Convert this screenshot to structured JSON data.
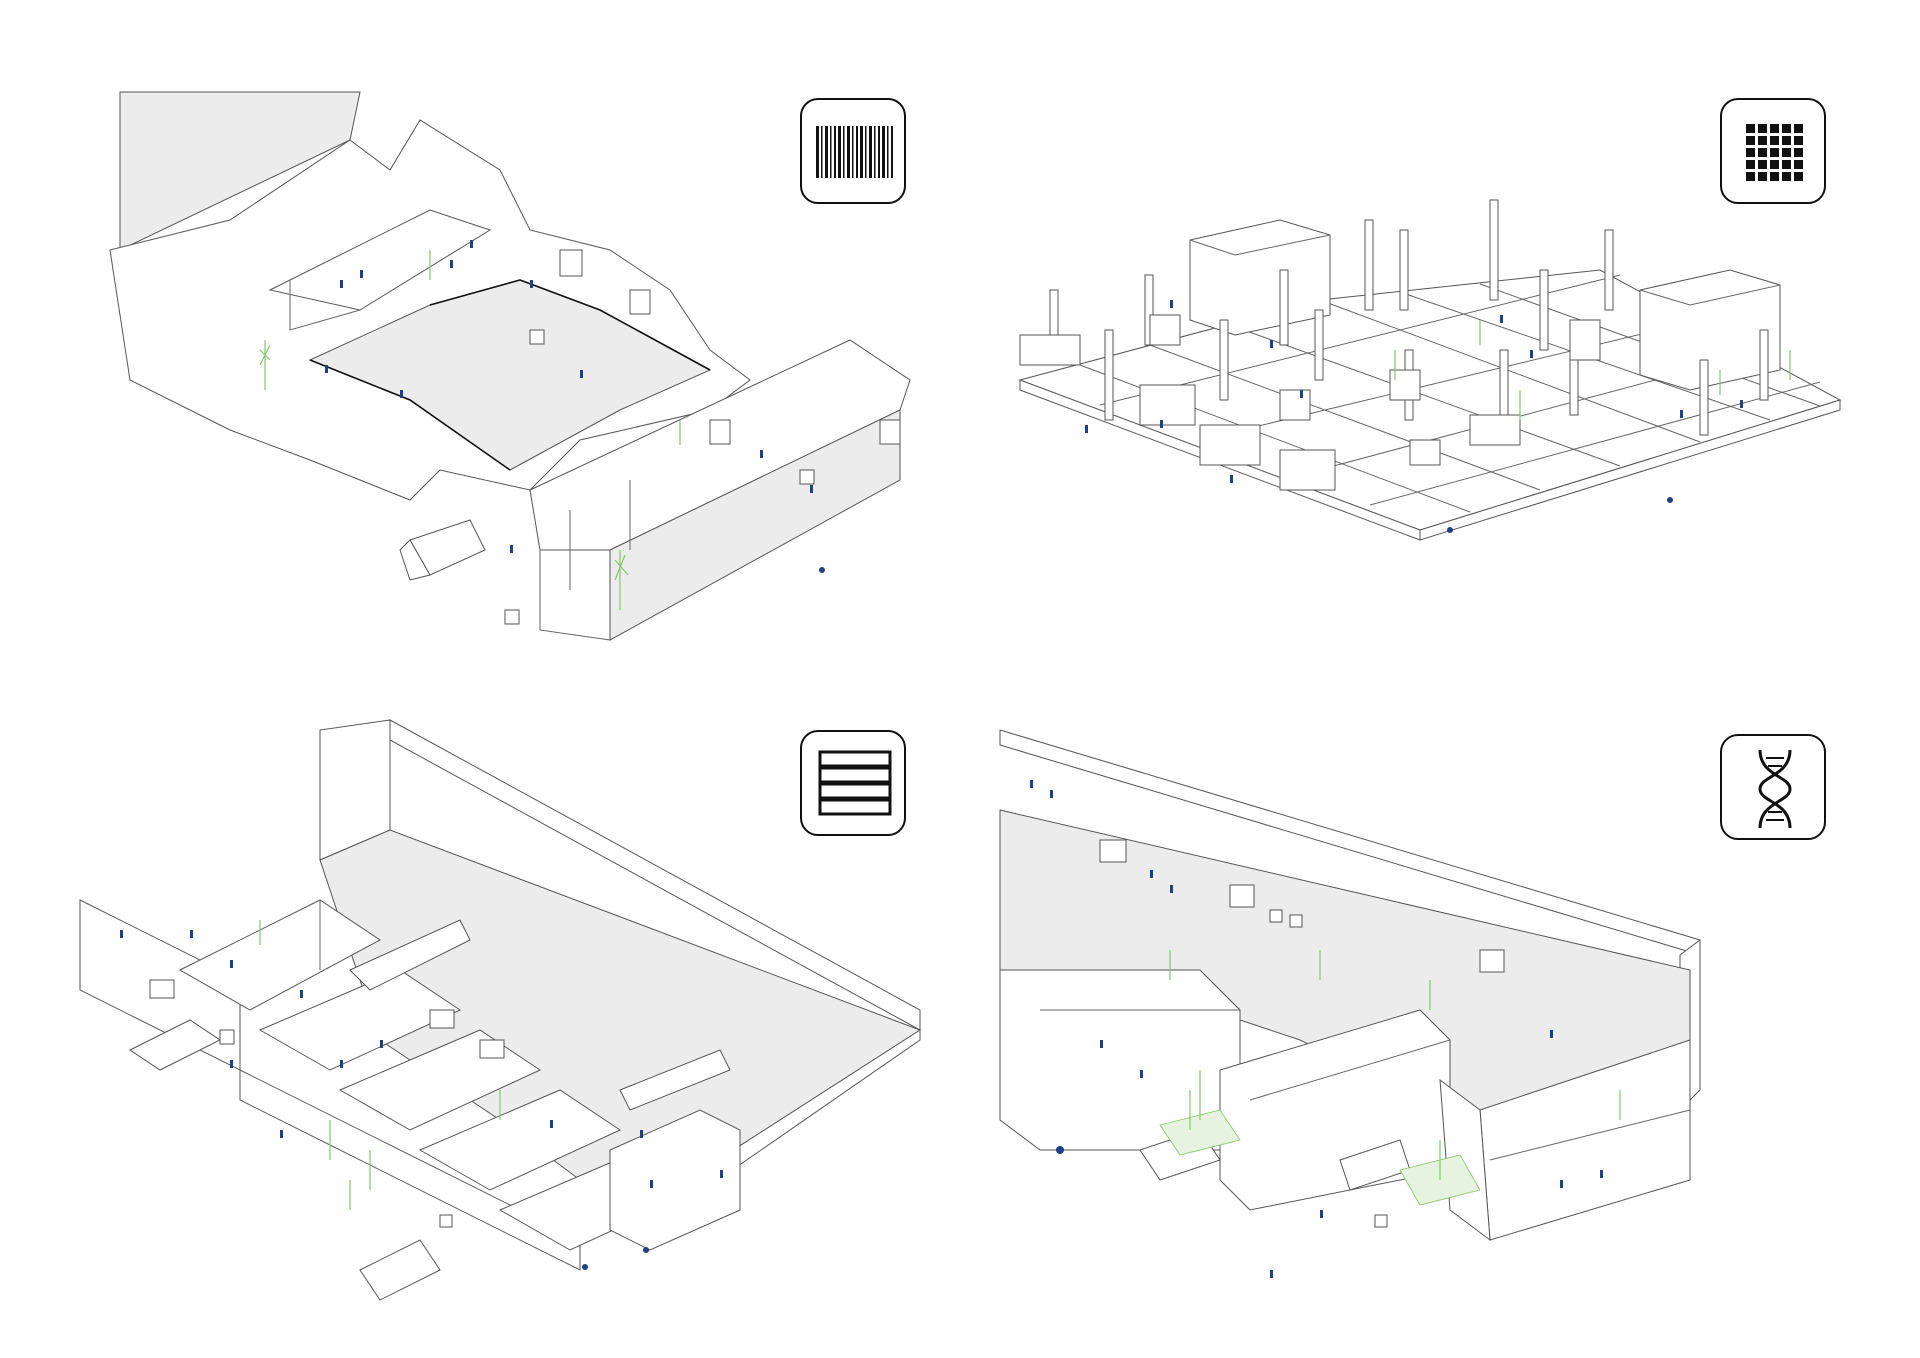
{
  "page": {
    "background": "#ffffff"
  },
  "colors": {
    "line": "#555555",
    "floor": "#ececec",
    "people": "#1f3f87",
    "plants": "#86c66b",
    "icon": "#111111"
  },
  "panels": [
    {
      "id": "top-left",
      "icon": "barcode-icon"
    },
    {
      "id": "top-right",
      "icon": "grid-dots-icon"
    },
    {
      "id": "bottom-left",
      "icon": "stacked-bars-icon"
    },
    {
      "id": "bottom-right",
      "icon": "dna-icon"
    }
  ]
}
